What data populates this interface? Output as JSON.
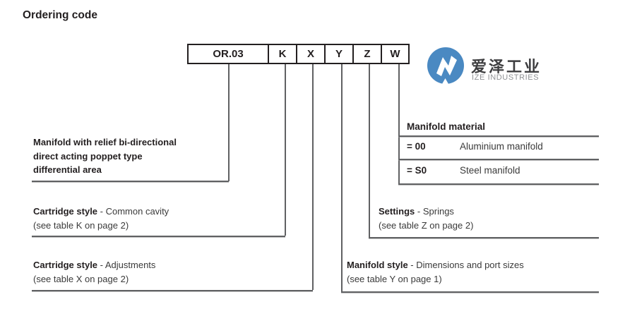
{
  "page": {
    "title": "Ordering code"
  },
  "code_box": {
    "segments": [
      {
        "code": "OR.03"
      },
      {
        "code": "K"
      },
      {
        "code": "X"
      },
      {
        "code": "Y"
      },
      {
        "code": "Z"
      },
      {
        "code": "W"
      }
    ]
  },
  "logo": {
    "name_cn": "爱泽工业",
    "name_en": "IZE INDUSTRIES"
  },
  "callouts": {
    "or03": {
      "lines": [
        "Manifold with relief bi-directional",
        "direct acting poppet type",
        "differential area"
      ]
    },
    "k": {
      "bold": "Cartridge style",
      "rest": " - Common cavity",
      "note": "(see table K on page 2)"
    },
    "x": {
      "bold": "Cartridge style",
      "rest": " - Adjustments",
      "note": "(see table X on page 2)"
    },
    "y": {
      "bold": "Manifold style",
      "rest": " - Dimensions and port sizes",
      "note": "(see table Y on page 1)"
    },
    "z": {
      "bold": "Settings",
      "rest": " - Springs",
      "note": "(see table Z on page 2)"
    }
  },
  "material_table": {
    "header": "Manifold material",
    "rows": [
      {
        "code": "= 00",
        "label": "Aluminium manifold"
      },
      {
        "code": "= S0",
        "label": "Steel manifold"
      }
    ]
  },
  "colors": {
    "logo_blue": "#4a89c2",
    "line_gray": "#606163",
    "text_black": "#231f20"
  }
}
